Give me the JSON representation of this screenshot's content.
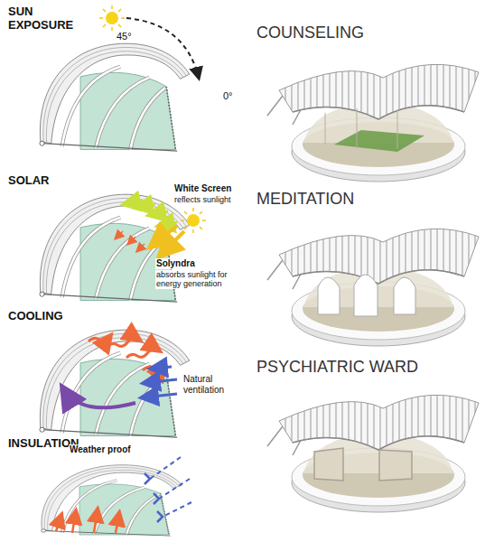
{
  "diagram": {
    "labels": [
      "SUN EXPOSURE",
      "45°",
      "0°",
      "SOLAR",
      "White Screen",
      "reflects sunlight",
      "Solyndra",
      "absorbs sunlight for energy generation",
      "COOLING",
      "Natural ventilation",
      "INSULATION",
      "Weather proof",
      "COUNSELING",
      "MEDITATION",
      "PSYCHIATRIC WARD"
    ]
  }
}
